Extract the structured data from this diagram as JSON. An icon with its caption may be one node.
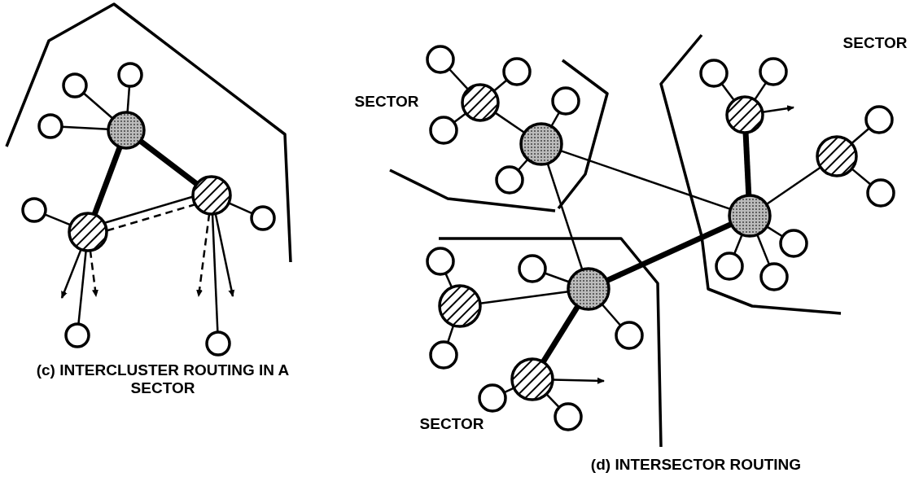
{
  "diagram": {
    "nodes": [
      {
        "text": [],
        "shape": "circle"
      },
      {
        "text": [],
        "shape": "circle"
      },
      {
        "text": [],
        "shape": "circle"
      },
      {
        "text": [],
        "shape": "circle"
      },
      {
        "text": [],
        "shape": "circle"
      },
      {
        "text": [],
        "shape": "circle"
      },
      {
        "text": [],
        "shape": "circle"
      },
      {
        "text": [],
        "shape": "circle"
      },
      {
        "text": [],
        "shape": "circle"
      },
      {
        "text": [],
        "shape": "circle"
      },
      {
        "text": [],
        "shape": "circle"
      },
      {
        "text": [],
        "shape": "circle"
      },
      {
        "text": [],
        "shape": "circle"
      },
      {
        "text": [],
        "shape": "circle"
      },
      {
        "text": [],
        "shape": "circle"
      },
      {
        "text": [],
        "shape": "circle"
      },
      {
        "text": [],
        "shape": "circle"
      },
      {
        "text": [],
        "shape": "circle"
      },
      {
        "text": [],
        "shape": "circle"
      },
      {
        "text": [],
        "shape": "circle"
      },
      {
        "text": [],
        "shape": "circle"
      },
      {
        "text": [],
        "shape": "circle"
      },
      {
        "text": [],
        "shape": "circle"
      },
      {
        "text": [],
        "shape": "circle"
      },
      {
        "text": [],
        "shape": "circle"
      },
      {
        "text": [],
        "shape": "circle"
      },
      {
        "text": [],
        "shape": "circle"
      },
      {
        "text": [],
        "shape": "circle"
      },
      {
        "text": [],
        "shape": "circle"
      },
      {
        "text": [],
        "shape": "circle"
      },
      {
        "text": [],
        "shape": "circle"
      },
      {
        "text": [],
        "shape": "circle"
      },
      {
        "text": [],
        "shape": "circle"
      },
      {
        "text": [],
        "shape": "circle"
      },
      {
        "text": [],
        "shape": "circle"
      },
      {
        "text": [],
        "shape": "circle"
      }
    ],
    "edges": [
      {
        "from": 0,
        "to": 1,
        "arrow": "none"
      },
      {
        "from": 0,
        "to": 2,
        "arrow": "none"
      },
      {
        "from": 0,
        "to": 3,
        "arrow": "none"
      },
      {
        "from": 0,
        "to": 4,
        "arrow": "none",
        "style": "thick"
      },
      {
        "from": 0,
        "to": 6,
        "arrow": "none",
        "style": "thick"
      },
      {
        "from": 4,
        "to": 5,
        "arrow": "none"
      },
      {
        "from": 4,
        "to": 6,
        "arrow": "none"
      },
      {
        "from": 4,
        "to": 6,
        "arrow": "none",
        "style": "dashed"
      },
      {
        "from": 6,
        "to": 7,
        "arrow": "none"
      },
      {
        "from": 4,
        "to": 8,
        "arrow": "none"
      },
      {
        "from": 4,
        "to": null,
        "arrow": "to"
      },
      {
        "from": 4,
        "to": null,
        "arrow": "to",
        "style": "dashed"
      },
      {
        "from": 6,
        "to": 9,
        "arrow": "none"
      },
      {
        "from": 6,
        "to": null,
        "arrow": "to",
        "style": "dashed"
      },
      {
        "from": 6,
        "to": null,
        "arrow": "to"
      },
      {
        "from": 10,
        "to": 11,
        "arrow": "none"
      },
      {
        "from": 10,
        "to": 12,
        "arrow": "none"
      },
      {
        "from": 10,
        "to": 13,
        "arrow": "none"
      },
      {
        "from": 10,
        "to": 14,
        "arrow": "none"
      },
      {
        "from": 14,
        "to": 15,
        "arrow": "none"
      },
      {
        "from": 14,
        "to": 16,
        "arrow": "none"
      },
      {
        "from": 14,
        "to": 23,
        "arrow": "none"
      },
      {
        "from": 14,
        "to": 27,
        "arrow": "none"
      },
      {
        "from": 17,
        "to": 18,
        "arrow": "none"
      },
      {
        "from": 17,
        "to": 19,
        "arrow": "none"
      },
      {
        "from": 17,
        "to": 23,
        "arrow": "none",
        "style": "thick"
      },
      {
        "from": 17,
        "to": null,
        "arrow": "to"
      },
      {
        "from": 20,
        "to": 21,
        "arrow": "none"
      },
      {
        "from": 20,
        "to": 22,
        "arrow": "none"
      },
      {
        "from": 23,
        "to": 20,
        "arrow": "none"
      },
      {
        "from": 23,
        "to": 24,
        "arrow": "none"
      },
      {
        "from": 23,
        "to": 25,
        "arrow": "none"
      },
      {
        "from": 23,
        "to": 26,
        "arrow": "none"
      },
      {
        "from": 27,
        "to": 23,
        "arrow": "none",
        "style": "thick"
      },
      {
        "from": 27,
        "to": 28,
        "arrow": "none"
      },
      {
        "from": 27,
        "to": 29,
        "arrow": "none"
      },
      {
        "from": 27,
        "to": 30,
        "arrow": "none"
      },
      {
        "from": 27,
        "to": 33,
        "arrow": "none",
        "style": "thick"
      },
      {
        "from": 30,
        "to": 31,
        "arrow": "none"
      },
      {
        "from": 30,
        "to": 32,
        "arrow": "none"
      },
      {
        "from": 33,
        "to": 34,
        "arrow": "none"
      },
      {
        "from": 33,
        "to": 35,
        "arrow": "none"
      },
      {
        "from": 33,
        "to": null,
        "arrow": "to"
      }
    ],
    "labels": [
      "SECTOR",
      "SECTOR",
      "(c) INTERCLUSTER ROUTING IN A SECTOR",
      "SECTOR",
      "(d) INTERSECTOR ROUTING"
    ]
  }
}
